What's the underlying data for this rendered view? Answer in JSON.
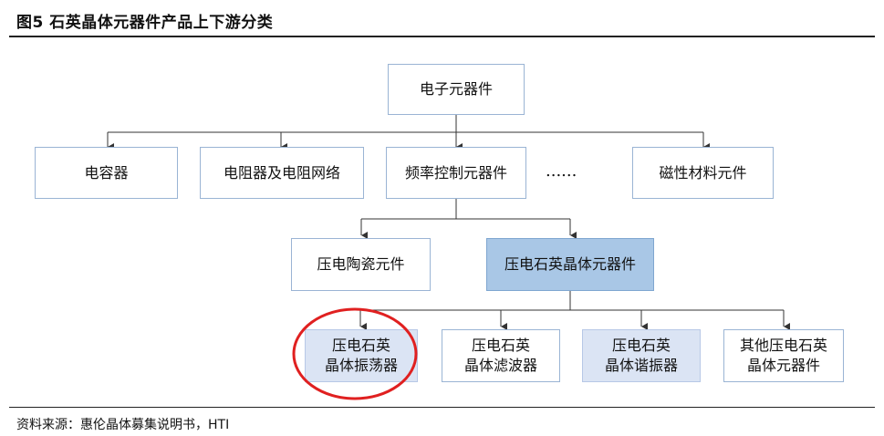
{
  "title": "图5  石英晶体元器件产品上下游分类",
  "root": "电子元器件",
  "level1": [
    "电容器",
    "电阻器及电阻网络",
    "频率控制元器件",
    "磁性材料元件"
  ],
  "ellipsis": "......",
  "level2": [
    "压电陶瓷元件",
    "压电石英晶体元器件"
  ],
  "level3": [
    "压电石英\n晶体振荡器",
    "压电石英\n晶体滤波器",
    "压电石英\n晶体谐振器",
    "其他压电石英\n晶体元器件"
  ],
  "highlight_color": "#e02020",
  "source": "资料来源：惠伦晶体募集说明书，HTI"
}
